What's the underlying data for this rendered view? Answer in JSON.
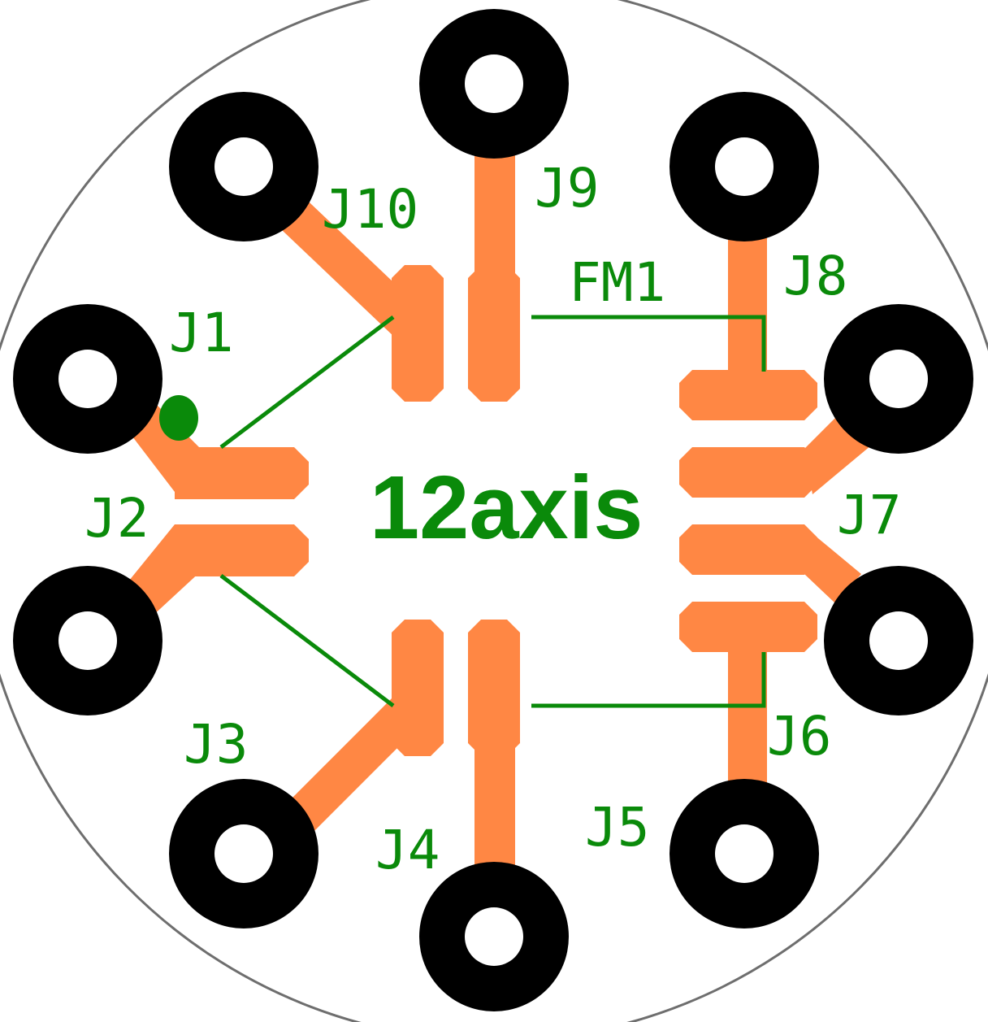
{
  "board": {
    "title": "12axis",
    "footprint_label": "FM1",
    "connector_labels": {
      "j1": "J1",
      "j2": "J2",
      "j3": "J3",
      "j4": "J4",
      "j5": "J5",
      "j6": "J6",
      "j7": "J7",
      "j8": "J8",
      "j9": "J9",
      "j10": "J10"
    }
  },
  "colors": {
    "copper": "#ff8744",
    "pad_ring": "#000000",
    "silkscreen": "#0a8a0a",
    "outline": "#6e6e6e",
    "background": "#ffffff"
  }
}
